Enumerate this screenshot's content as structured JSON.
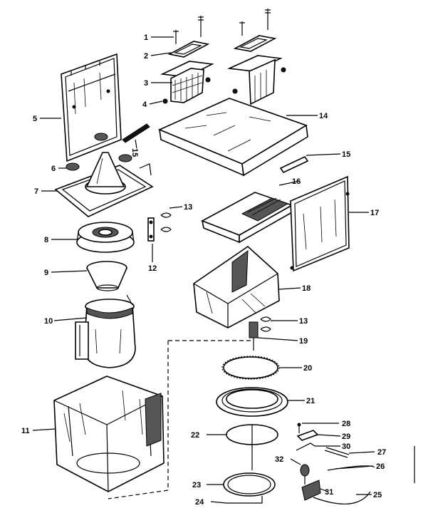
{
  "labels": {
    "l1": "1",
    "l2": "2",
    "l3": "3",
    "l4": "4",
    "l5": "5",
    "l6": "6",
    "l7": "7",
    "l8": "8",
    "l9": "9",
    "l10": "10",
    "l11": "11",
    "l12": "12",
    "l13a": "13",
    "l13b": "13",
    "l14": "14",
    "l15a": "15",
    "l15b": "15",
    "l16": "16",
    "l17": "17",
    "l18": "18",
    "l19": "19",
    "l20": "20",
    "l21": "21",
    "l22": "22",
    "l23": "23",
    "l24": "24",
    "l25": "25",
    "l26": "26",
    "l27": "27",
    "l28": "28",
    "l29": "29",
    "l30": "30",
    "l31": "31",
    "l32": "32"
  }
}
